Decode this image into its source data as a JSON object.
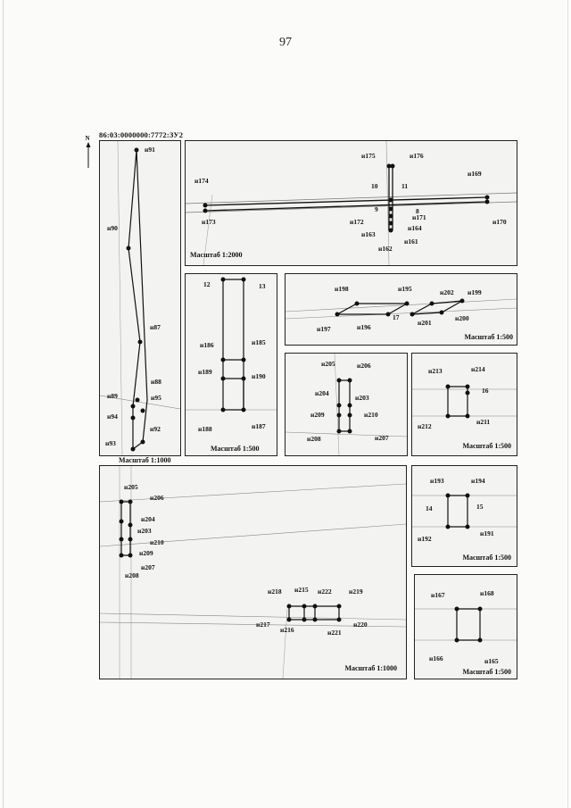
{
  "page_number": "97",
  "parcel_id": "86:03:0000000:7772:ЗУ2",
  "north_label": "N",
  "panels": {
    "p1": {
      "scale": "Масштаб 1:1000",
      "points": [
        "н91",
        "н90",
        "н87",
        "н88",
        "н89",
        "н95",
        "н94",
        "н92",
        "н93"
      ]
    },
    "p2": {
      "scale": "Масштаб 1:2000",
      "points": [
        "н174",
        "н173",
        "н175",
        "н176",
        "10",
        "11",
        "н169",
        "н170",
        "9",
        "8",
        "н171",
        "н172",
        "н164",
        "н163",
        "н161",
        "н162"
      ]
    },
    "p3": {
      "scale": "Масштаб 1:500",
      "points": [
        "12",
        "13",
        "н186",
        "н185",
        "н189",
        "н190",
        "н188",
        "н187"
      ]
    },
    "p4": {
      "scale": "Масштаб 1:500",
      "points": [
        "н198",
        "н195",
        "н202",
        "н199",
        "17",
        "н201",
        "н200",
        "н197",
        "н196"
      ]
    },
    "p5": {
      "scale": "",
      "points": [
        "н205",
        "н206",
        "н204",
        "н203",
        "н209",
        "н210",
        "н208",
        "н207"
      ]
    },
    "p6": {
      "scale": "Масштаб 1:500",
      "points": [
        "н213",
        "н214",
        "16",
        "н212",
        "н211"
      ]
    },
    "p7": {
      "scale": "Масштаб 1:1000",
      "points": [
        "н205",
        "н206",
        "н204",
        "н203",
        "н210",
        "н209",
        "н207",
        "н208",
        "н218",
        "н215",
        "н222",
        "н219",
        "н217",
        "н216",
        "н221",
        "н220"
      ]
    },
    "p8": {
      "scale": "Масштаб 1:500",
      "points": [
        "н193",
        "н194",
        "14",
        "15",
        "н192",
        "н191"
      ]
    },
    "p9": {
      "scale": "Масштаб 1:500",
      "points": [
        "н167",
        "н168",
        "н166",
        "н165"
      ]
    }
  }
}
